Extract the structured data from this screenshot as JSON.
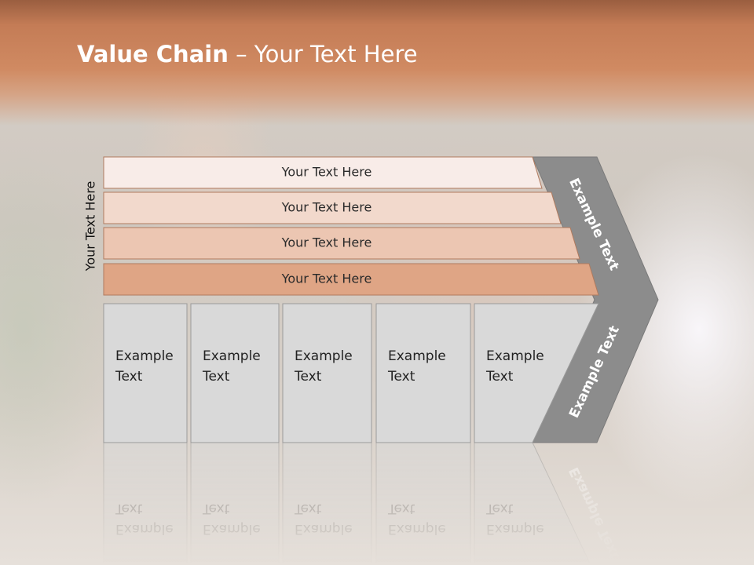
{
  "title": {
    "bold": "Value Chain",
    "rest": " – Your Text Here"
  },
  "side_label": "Your Text Here",
  "bars": [
    {
      "label": "Your Text Here",
      "color": "#f8ece8"
    },
    {
      "label": "Your Text Here",
      "color": "#f2d9cc"
    },
    {
      "label": "Your Text Here",
      "color": "#ecc6b2"
    },
    {
      "label": "Your Text Here",
      "color": "#dfa585"
    }
  ],
  "boxes": [
    {
      "line1": "Example",
      "line2": "Text"
    },
    {
      "line1": "Example",
      "line2": "Text"
    },
    {
      "line1": "Example",
      "line2": "Text"
    },
    {
      "line1": "Example",
      "line2": "Text"
    },
    {
      "line1": "Example",
      "line2": "Text"
    }
  ],
  "chevron": {
    "upper_label": "Example Text",
    "lower_label": "Example Text",
    "color": "#8c8c8c"
  },
  "colors": {
    "box_fill": "#d9d9d9",
    "box_border": "#9a9a9a",
    "bar_border": "#b07a5e"
  }
}
